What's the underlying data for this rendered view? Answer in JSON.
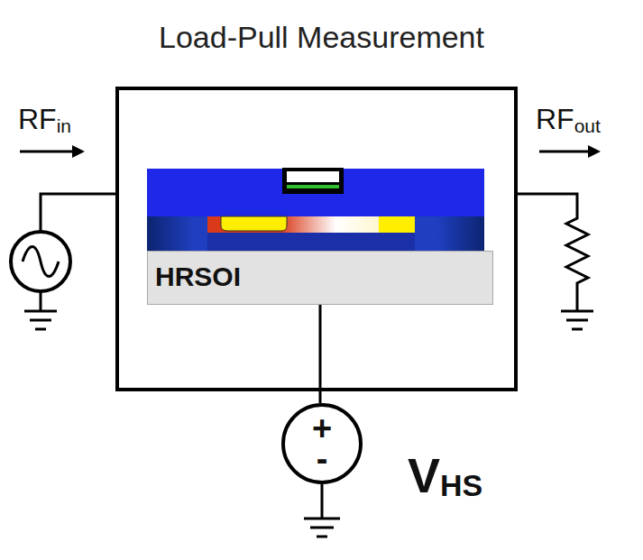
{
  "diagram": {
    "title": "Load-Pull Measurement",
    "nodes": [
      {
        "text": [
          "HRSOI"
        ]
      },
      {
        "text": [
          "+",
          "-"
        ]
      }
    ],
    "edges": [
      {
        "from": 0,
        "to": 1,
        "arrow": "none"
      }
    ],
    "labels": [
      "RF",
      "in",
      "RF",
      "out",
      "V",
      "HS"
    ]
  }
}
